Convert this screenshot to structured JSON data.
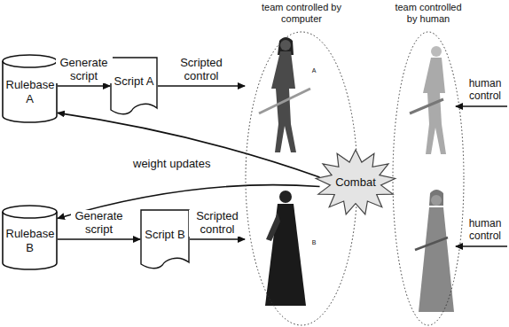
{
  "diagram": {
    "nodes": [
      {
        "text": [
          "team controlled by computer"
        ]
      },
      {
        "text": [
          "team controlled by human"
        ]
      },
      {
        "text": [
          "Rulebase A"
        ]
      },
      {
        "text": [
          "Script A"
        ]
      },
      {
        "text": [
          "Combat"
        ]
      },
      {
        "text": [
          "Rulebase B"
        ]
      },
      {
        "text": [
          "Script B"
        ]
      }
    ],
    "edges": [
      {
        "from": 2,
        "to": 3,
        "label": "Generate script",
        "arrow": "to"
      },
      {
        "from": 3,
        "to": 0,
        "label": "Scripted control",
        "arrow": "to"
      },
      {
        "from": 4,
        "to": 2,
        "label": "weight updates",
        "arrow": "to"
      },
      {
        "from": 4,
        "to": 5,
        "arrow": "to"
      },
      {
        "from": 5,
        "to": 6,
        "label": "Generate script",
        "arrow": "to"
      },
      {
        "from": 6,
        "to": 0,
        "label": "Scripted control",
        "arrow": "to"
      }
    ],
    "labels": [
      "A",
      "B",
      "human control",
      "human control"
    ]
  }
}
